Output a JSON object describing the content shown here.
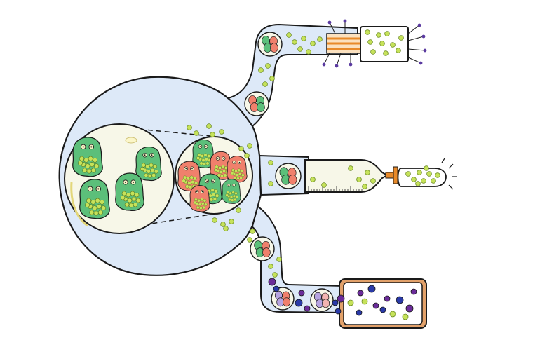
{
  "diagram": {
    "palette": {
      "background": "#ffffff",
      "chamber_fill": "#dde9f8",
      "outline": "#1a1a1a",
      "vesicle_fill": "#f7f7e8",
      "cell_green": "#5cbf7a",
      "cell_green_dark": "#3f9b5c",
      "cell_red": "#f0806c",
      "bead_lime": "#c6e25a",
      "bead_blue": "#2a3aa8",
      "bead_purple": "#6b2c9a",
      "orange_accent": "#e88a2a",
      "box_brown": "#a0582a"
    },
    "icons": {
      "chamber": "round-flask-chamber",
      "cell": "green-cell-icon",
      "infected_cell": "red-cell-icon",
      "bead": "bead-particle-icon",
      "filter_unit": "filter-column-icon",
      "syringe": "syringe-icon",
      "collection_box": "collection-box-icon"
    },
    "outputs": [
      "top-filter-outlet",
      "middle-syringe-outlet",
      "bottom-collection-outlet"
    ]
  }
}
